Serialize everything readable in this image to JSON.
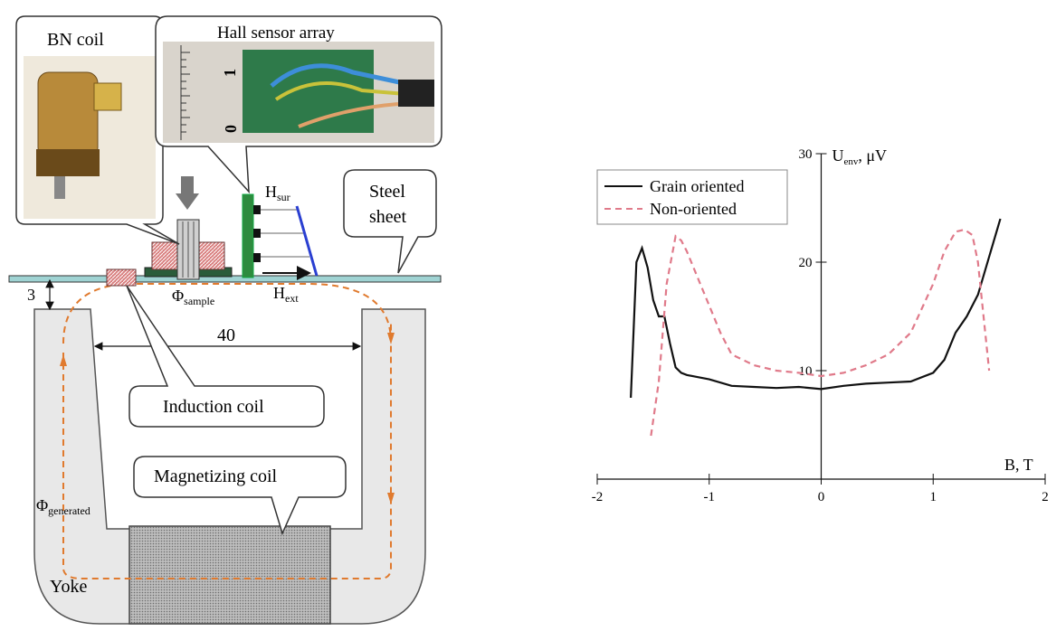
{
  "diagram": {
    "bn_coil_label": "BN coil",
    "hall_label": "Hall sensor array",
    "steel_label_1": "Steel",
    "steel_label_2": "sheet",
    "hsur_main": "H",
    "hsur_sub": "sur",
    "hext_main": "H",
    "hext_sub": "ext",
    "phi_sample_main": "Φ",
    "phi_sample_sub": "sample",
    "gap_label": "3",
    "width_label": "40",
    "induction_coil_label": "Induction coil",
    "magnetizing_coil_label": "Magnetizing coil",
    "phi_generated_main": "Φ",
    "phi_generated_sub": "generated",
    "yoke_label": "Yoke",
    "ruler_label_1": "1",
    "ruler_label_0": "0",
    "colors": {
      "yoke_fill": "#e8e8e8",
      "flux_arrow": "#e07a2e",
      "coil_red": "#c95a5a",
      "sensor_green": "#2e8b3e",
      "hsur_line": "#2a3fd1",
      "steel": "#9fd3d3"
    }
  },
  "chart_data": {
    "type": "line",
    "xlabel": "B, T",
    "ylabel_main": "U",
    "ylabel_sub": "env",
    "ylabel_unit": ", μV",
    "xlim": [
      -2,
      2
    ],
    "ylim": [
      0,
      30
    ],
    "x_ticks": [
      "-2",
      "-1",
      "0",
      "1",
      "2"
    ],
    "y_ticks": [
      "10",
      "20",
      "30"
    ],
    "x_tick_values": [
      -2,
      -1,
      0,
      1,
      2
    ],
    "y_tick_values": [
      10,
      20,
      30
    ],
    "legend_position": "top-left",
    "grid": false,
    "series": [
      {
        "name": "Grain oriented",
        "style": "solid",
        "color": "#111111",
        "x": [
          -1.7,
          -1.65,
          -1.6,
          -1.55,
          -1.5,
          -1.45,
          -1.4,
          -1.35,
          -1.3,
          -1.25,
          -1.2,
          -1.1,
          -1.0,
          -0.8,
          -0.6,
          -0.4,
          -0.2,
          0.0,
          0.2,
          0.4,
          0.6,
          0.8,
          1.0,
          1.1,
          1.2,
          1.3,
          1.4,
          1.5,
          1.6
        ],
        "y": [
          7.5,
          20.0,
          21.3,
          19.5,
          16.5,
          15.0,
          15.0,
          12.5,
          10.3,
          9.8,
          9.6,
          9.4,
          9.2,
          8.6,
          8.5,
          8.4,
          8.5,
          8.3,
          8.6,
          8.8,
          8.9,
          9.0,
          9.8,
          11.0,
          13.5,
          15.0,
          17.0,
          20.5,
          24.0
        ]
      },
      {
        "name": "Non-oriented",
        "style": "dashed",
        "color": "#e07a8a",
        "x": [
          -1.52,
          -1.45,
          -1.38,
          -1.3,
          -1.25,
          -1.2,
          -1.1,
          -1.0,
          -0.9,
          -0.8,
          -0.6,
          -0.4,
          -0.2,
          0.0,
          0.2,
          0.4,
          0.6,
          0.8,
          1.0,
          1.1,
          1.2,
          1.28,
          1.35,
          1.4,
          1.45,
          1.5
        ],
        "y": [
          4.0,
          9.0,
          18.0,
          22.4,
          22.0,
          21.0,
          18.5,
          16.0,
          13.5,
          11.5,
          10.5,
          10.0,
          9.8,
          9.5,
          9.8,
          10.5,
          11.5,
          13.5,
          18.0,
          21.0,
          22.8,
          23.0,
          22.5,
          20.0,
          15.0,
          10.0
        ]
      }
    ]
  }
}
